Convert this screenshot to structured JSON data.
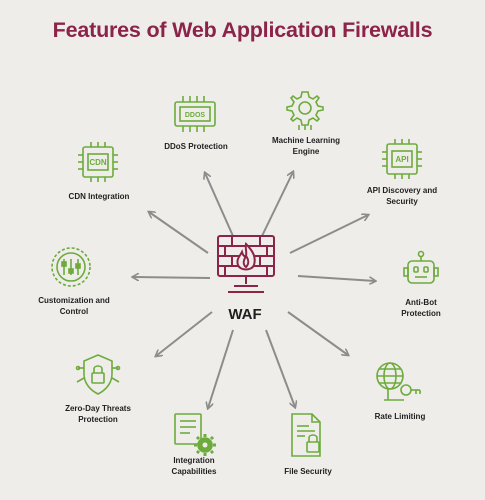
{
  "title": "Features of Web Application Firewalls",
  "hub": {
    "label": "WAF",
    "icon": "firewall-monitor-icon"
  },
  "features": [
    {
      "label": "DDoS Protection",
      "icon": "ddos-chip-icon",
      "icon_text": "DDOS"
    },
    {
      "label": "Machine Learning\nEngine",
      "icon": "gear-brain-icon"
    },
    {
      "label": "API Discovery and\nSecurity",
      "icon": "api-chip-icon",
      "icon_text": "API"
    },
    {
      "label": "Anti-Bot\nProtection",
      "icon": "robot-icon"
    },
    {
      "label": "Rate Limiting",
      "icon": "globe-key-icon"
    },
    {
      "label": "File Security",
      "icon": "file-lock-icon"
    },
    {
      "label": "Integration\nCapabilities",
      "icon": "document-gear-icon"
    },
    {
      "label": "Zero-Day Threats\nProtection",
      "icon": "shield-lock-icon"
    },
    {
      "label": "Customization and\nControl",
      "icon": "sliders-icon"
    },
    {
      "label": "CDN Integration",
      "icon": "cdn-chip-icon",
      "icon_text": "CDN"
    }
  ],
  "colors": {
    "title": "#8b2448",
    "hub": "#8b2448",
    "icons": "#6dab3c",
    "arrows": "#8c8c8c"
  }
}
